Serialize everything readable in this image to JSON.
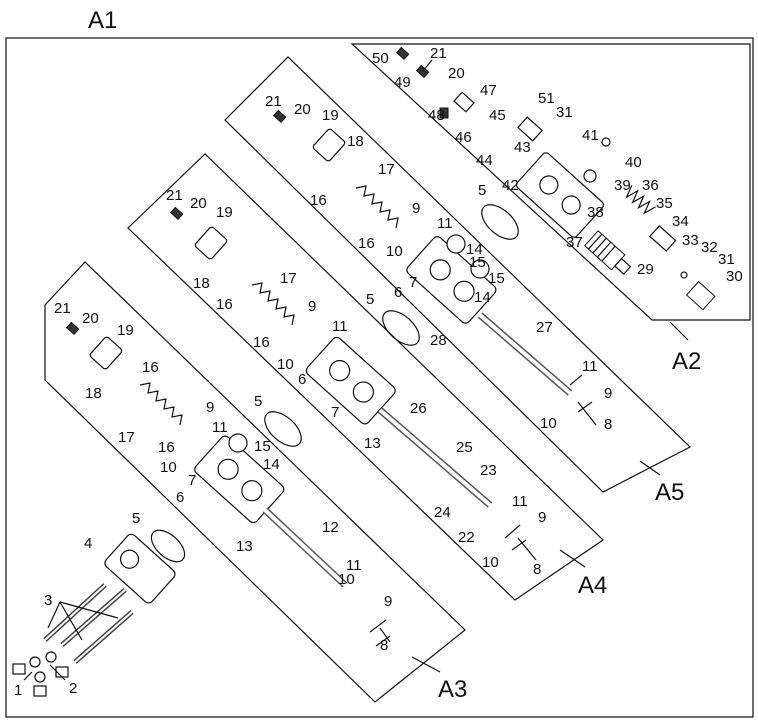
{
  "title": "A1",
  "assemblies": {
    "a2": "A2",
    "a3": "A3",
    "a4": "A4",
    "a5": "A5"
  },
  "labels": {
    "p1": "1",
    "p2": "2",
    "p3": "3",
    "p4": "4",
    "p5": "5",
    "p6": "6",
    "p7": "7",
    "p8": "8",
    "p9": "9",
    "p10": "10",
    "p11": "11",
    "p12": "12",
    "p13": "13",
    "p14": "14",
    "p15": "15",
    "p16": "16",
    "p17": "17",
    "p18": "18",
    "p19": "19",
    "p20": "20",
    "p21": "21",
    "p22": "22",
    "p23": "23",
    "p24": "24",
    "p25": "25",
    "p26": "26",
    "p27": "27",
    "p28": "28",
    "p29": "29",
    "p30": "30",
    "p31": "31",
    "p32": "32",
    "p33": "33",
    "p34": "34",
    "p35": "35",
    "p36": "36",
    "p37": "37",
    "p38": "38",
    "p39": "39",
    "p40": "40",
    "p41": "41",
    "p42": "42",
    "p43": "43",
    "p44": "44",
    "p45": "45",
    "p46": "46",
    "p47": "47",
    "p48": "48",
    "p49": "49",
    "p50": "50",
    "p51": "51"
  }
}
